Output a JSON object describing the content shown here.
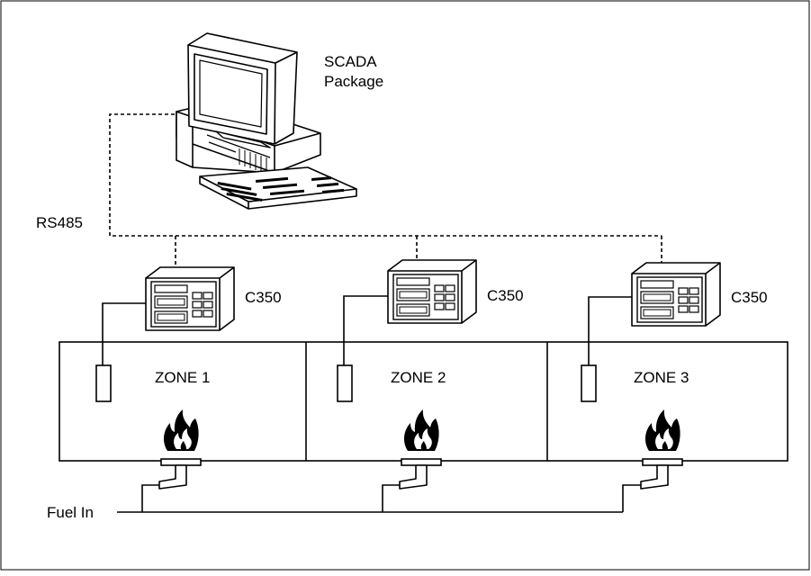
{
  "computer": {
    "label_line1": "SCADA",
    "label_line2": "Package"
  },
  "network": {
    "label": "RS485"
  },
  "controllers": [
    {
      "label": "C350"
    },
    {
      "label": "C350"
    },
    {
      "label": "C350"
    }
  ],
  "zones": [
    {
      "label": "ZONE 1"
    },
    {
      "label": "ZONE 2"
    },
    {
      "label": "ZONE 3"
    }
  ],
  "fuel": {
    "label": "Fuel In"
  }
}
